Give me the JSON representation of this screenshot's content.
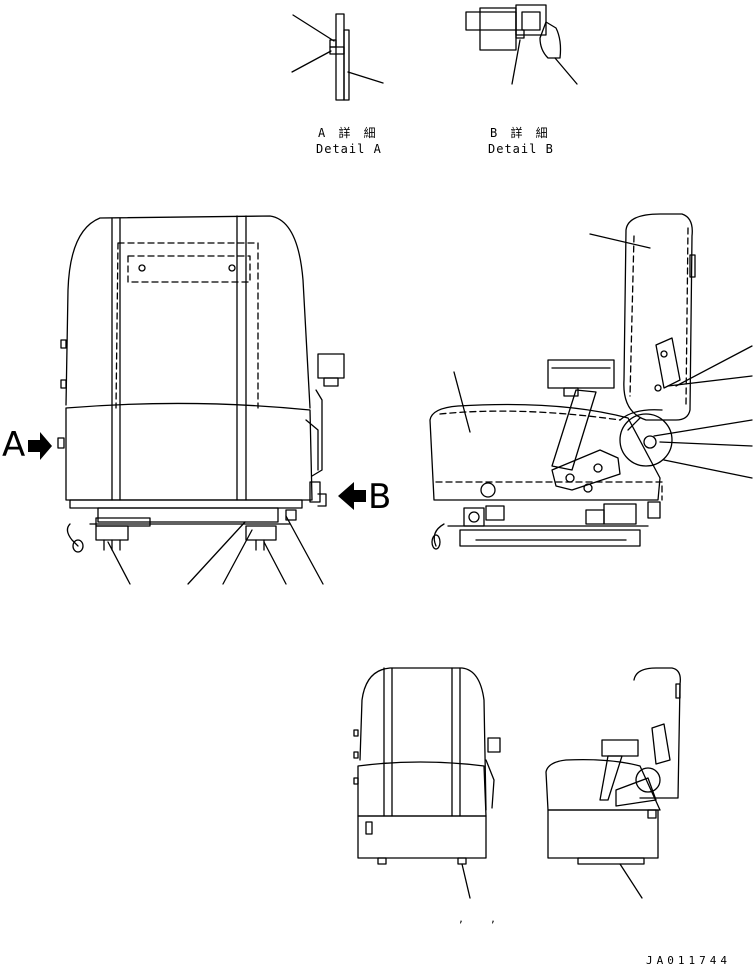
{
  "details": {
    "a": {
      "jp": "A 詳 細",
      "en": "Detail A"
    },
    "b": {
      "jp": "B 詳 細",
      "en": "Detail B"
    }
  },
  "view_markers": {
    "a": "A",
    "b": "B"
  },
  "bottom_note": ", ,",
  "drawing_id": "JA011744"
}
